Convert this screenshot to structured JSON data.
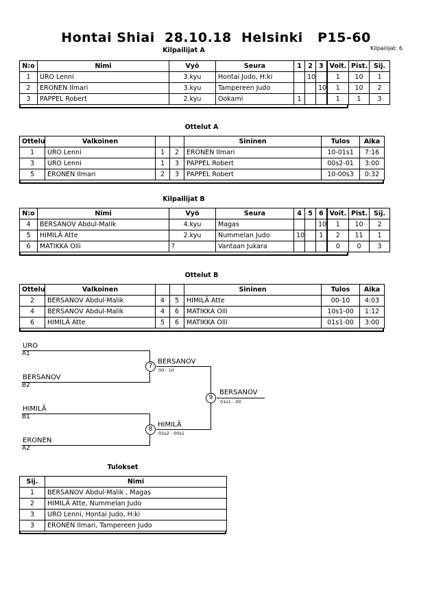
{
  "title": "Hontai Shiai  28.10.18  Helsinki   P15-60",
  "competitor_count_label": "Kilpailijat: 6",
  "pool_a": {
    "caption": "Kilpailijat A",
    "headers": [
      "N:o",
      "Nimi",
      "Vyö",
      "Seura",
      "1",
      "2",
      "3",
      "Voit.",
      "Pist.",
      "Sij."
    ],
    "rows": [
      {
        "no": "1",
        "name": "URO Lenni",
        "belt": "3.kyu",
        "club": "Hontai Judo, H:ki",
        "m1": "",
        "m2": "10",
        "m3": "",
        "wins": "1",
        "points": "10",
        "place": "1"
      },
      {
        "no": "2",
        "name": "ERONEN Ilmari",
        "belt": "3.kyu",
        "club": "Tampereen Judo",
        "m1": "",
        "m2": "",
        "m3": "10",
        "wins": "1",
        "points": "10",
        "place": "2"
      },
      {
        "no": "3",
        "name": "PAPPEL Robert",
        "belt": "2.kyu",
        "club": "Ookami",
        "m1": "1",
        "m2": "",
        "m3": "",
        "wins": "1",
        "points": "1",
        "place": "3"
      }
    ]
  },
  "matches_a": {
    "caption": "Ottelut A",
    "headers": [
      "Ottelu",
      "Valkoinen",
      "",
      "",
      "Sininen",
      "Tulos",
      "Aika"
    ],
    "rows": [
      {
        "match": "1",
        "white": "URO Lenni",
        "wno": "1",
        "bno": "2",
        "blue": "ERONEN Ilmari",
        "result": "10-01s1",
        "time": "7:16"
      },
      {
        "match": "3",
        "white": "URO Lenni",
        "wno": "1",
        "bno": "3",
        "blue": "PAPPEL Robert",
        "result": "00s2-01",
        "time": "3:00"
      },
      {
        "match": "5",
        "white": "ERONEN Ilmari",
        "wno": "2",
        "bno": "3",
        "blue": "PAPPEL Robert",
        "result": "10-00s3",
        "time": "0:32"
      }
    ]
  },
  "pool_b": {
    "caption": "Kilpailijat B",
    "headers": [
      "N:o",
      "Nimi",
      "Vyö",
      "Seura",
      "4",
      "5",
      "6",
      "Voit.",
      "Pist.",
      "Sij."
    ],
    "rows": [
      {
        "no": "4",
        "name": "BERSANOV Abdul-Malik",
        "belt": "4.kyu",
        "club": "Magas",
        "m1": "",
        "m2": "",
        "m3": "10",
        "wins": "1",
        "points": "10",
        "place": "2"
      },
      {
        "no": "5",
        "name": "HIMILÄ Atte",
        "belt": "2.kyu",
        "club": "Nummelan Judo",
        "m1": "10",
        "m2": "",
        "m3": "1",
        "wins": "2",
        "points": "11",
        "place": "1"
      },
      {
        "no": "6",
        "name": "MATIKKA Olli",
        "belt": "?",
        "club": "Vantaan Jukara",
        "m1": "",
        "m2": "",
        "m3": "",
        "wins": "0",
        "points": "0",
        "place": "3"
      }
    ]
  },
  "matches_b": {
    "caption": "Ottelut B",
    "headers": [
      "Ottelu",
      "Valkoinen",
      "",
      "",
      "Sininen",
      "Tulos",
      "Aika"
    ],
    "rows": [
      {
        "match": "2",
        "white": "BERSANOV Abdul-Malik",
        "wno": "4",
        "bno": "5",
        "blue": "HIMILÄ Atte",
        "result": "00-10",
        "time": "4:03"
      },
      {
        "match": "4",
        "white": "BERSANOV Abdul-Malik",
        "wno": "4",
        "bno": "6",
        "blue": "MATIKKA Olli",
        "result": "10s1-00",
        "time": "1:12"
      },
      {
        "match": "6",
        "white": "HIMILÄ Atte",
        "wno": "5",
        "bno": "6",
        "blue": "MATIKKA Olli",
        "result": "01s1-00",
        "time": "3:00"
      }
    ]
  },
  "bracket": {
    "entries": [
      {
        "name": "URO",
        "seed": "A1"
      },
      {
        "name": "BERSANOV",
        "seed": "B2"
      },
      {
        "name": "HIMILÄ",
        "seed": "B1"
      },
      {
        "name": "ERONEN",
        "seed": "A2"
      }
    ],
    "nodes": [
      {
        "number": "7",
        "winner": "BERSANOV",
        "score": "00 - 10"
      },
      {
        "number": "8",
        "winner": "HIMILÄ",
        "score": "01s2 - 00s1"
      },
      {
        "number": "9",
        "winner": "BERSANOV",
        "score": "01s1 - 00"
      }
    ]
  },
  "results": {
    "caption": "Tulokset",
    "headers": [
      "Sij.",
      "Nimi"
    ],
    "rows": [
      {
        "place": "1",
        "name": "BERSANOV Abdul-Malik , Magas"
      },
      {
        "place": "2",
        "name": "HIMILÄ Atte, Nummelan Judo"
      },
      {
        "place": "3",
        "name": "URO Lenni, Hontai Judo, H:ki"
      },
      {
        "place": "3",
        "name": "ERONEN Ilmari, Tampereen Judo"
      }
    ]
  }
}
